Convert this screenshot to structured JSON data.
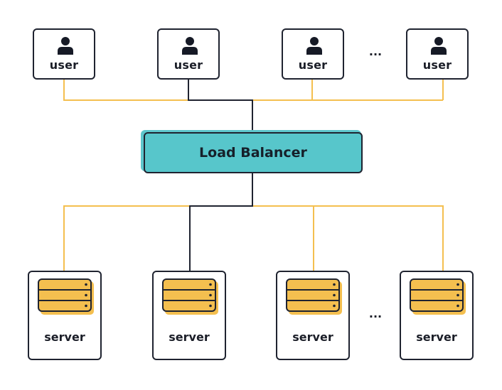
{
  "colors": {
    "accent": "#f4bf4f",
    "balancer": "#57c6cb",
    "outline": "#1f2330"
  },
  "users": [
    {
      "label": "user",
      "icon": "person-icon"
    },
    {
      "label": "user",
      "icon": "person-icon"
    },
    {
      "label": "user",
      "icon": "person-icon"
    },
    {
      "label": "user",
      "icon": "person-icon"
    }
  ],
  "users_ellipsis": "...",
  "load_balancer": {
    "label": "Load Balancer"
  },
  "servers": [
    {
      "label": "server",
      "icon": "server-rack-icon"
    },
    {
      "label": "server",
      "icon": "server-rack-icon"
    },
    {
      "label": "server",
      "icon": "server-rack-icon"
    },
    {
      "label": "server",
      "icon": "server-rack-icon"
    }
  ],
  "servers_ellipsis": "..."
}
